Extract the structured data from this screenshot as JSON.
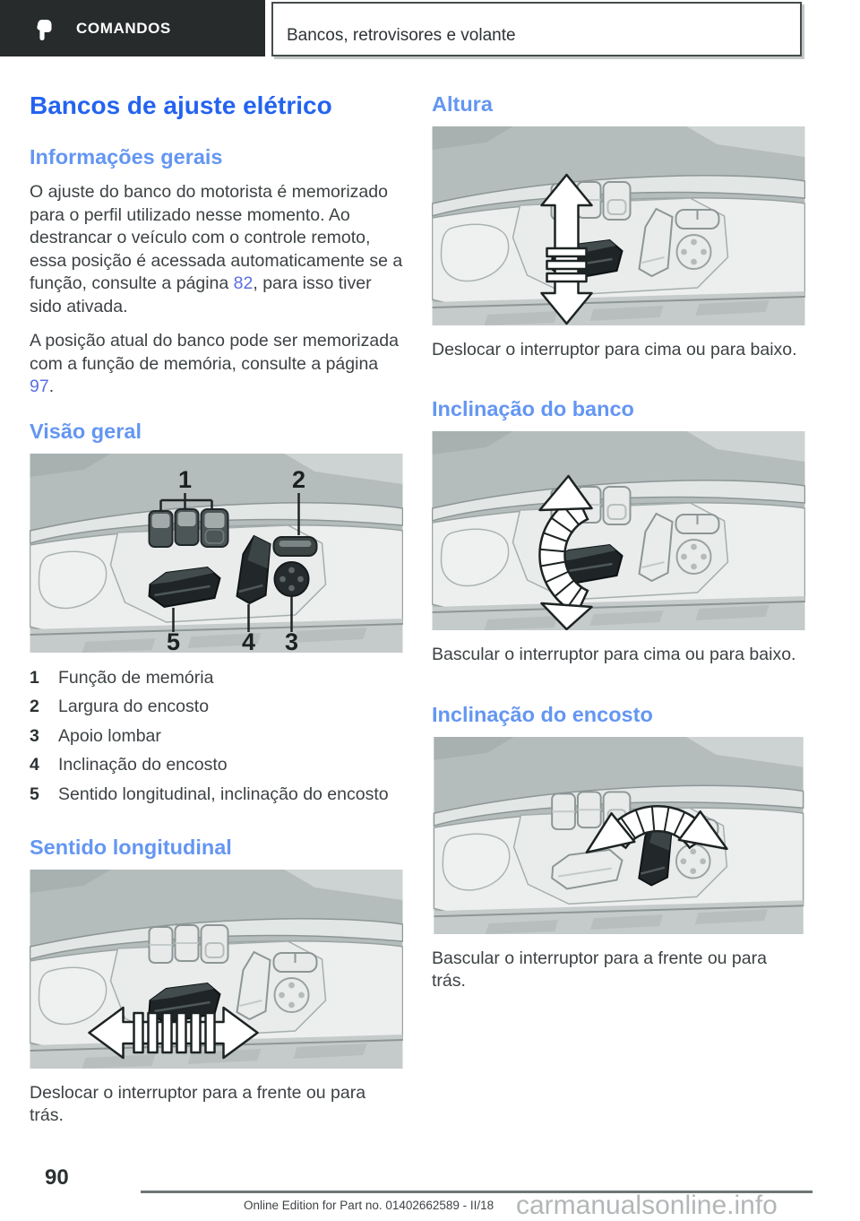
{
  "header": {
    "chapter_label": "COMANDOS",
    "section_title": "Bancos, retrovisores e volante"
  },
  "left": {
    "title": "Bancos de ajuste elétrico",
    "general_info": {
      "heading": "Informações gerais",
      "p1_before": "O ajuste do banco do motorista é memorizado para o perfil utilizado nesse momento. Ao destrancar o veículo com o controle remoto, essa posição é acessada automaticamente se a função, consulte a página ",
      "p1_page_link": "82",
      "p1_after": ", para isso tiver sido ativada.",
      "p2_before": "A posição atual do banco pode ser memorizada com a função de memória, consulte a página ",
      "p2_page_link": "97",
      "p2_after": "."
    },
    "overview": {
      "heading": "Visão geral",
      "legend": [
        {
          "num": "1",
          "label": "Função de memória"
        },
        {
          "num": "2",
          "label": "Largura do encosto"
        },
        {
          "num": "3",
          "label": "Apoio lombar"
        },
        {
          "num": "4",
          "label": "Inclinação do encosto"
        },
        {
          "num": "5",
          "label": "Sentido longitudinal, inclinação do encosto"
        }
      ]
    },
    "longitudinal": {
      "heading": "Sentido longitudinal",
      "caption": "Deslocar o interruptor para a frente ou para trás."
    }
  },
  "right": {
    "height": {
      "heading": "Altura",
      "caption": "Deslocar o interruptor para cima ou para baixo."
    },
    "seat_tilt": {
      "heading": "Inclinação do banco",
      "caption": "Bascular o interruptor para cima ou para baixo."
    },
    "backrest_tilt": {
      "heading": "Inclinação do encosto",
      "caption": "Bascular o interruptor para a frente ou para trás."
    }
  },
  "footer": {
    "page_number": "90",
    "edition_note": "Online Edition for Part no. 01402662589 - II/18",
    "watermark": "carmanualsonline.info"
  },
  "icons": {
    "chapter_hand": "pointing-hand",
    "longitudinal_arrow": "double-arrow-horizontal",
    "height_arrow": "double-arrow-vertical",
    "seat_tilt_arrow": "curved-double-arrow-vertical",
    "backrest_tilt_arrow": "fan-double-arrow-top"
  },
  "colors": {
    "heading_primary": "#2463f0",
    "heading_secondary": "#6496f2",
    "link": "#5b6fe0",
    "chapter_bg": "#272b2c",
    "body_text": "#3d4244",
    "figure_bg": "#b5bcbc"
  }
}
